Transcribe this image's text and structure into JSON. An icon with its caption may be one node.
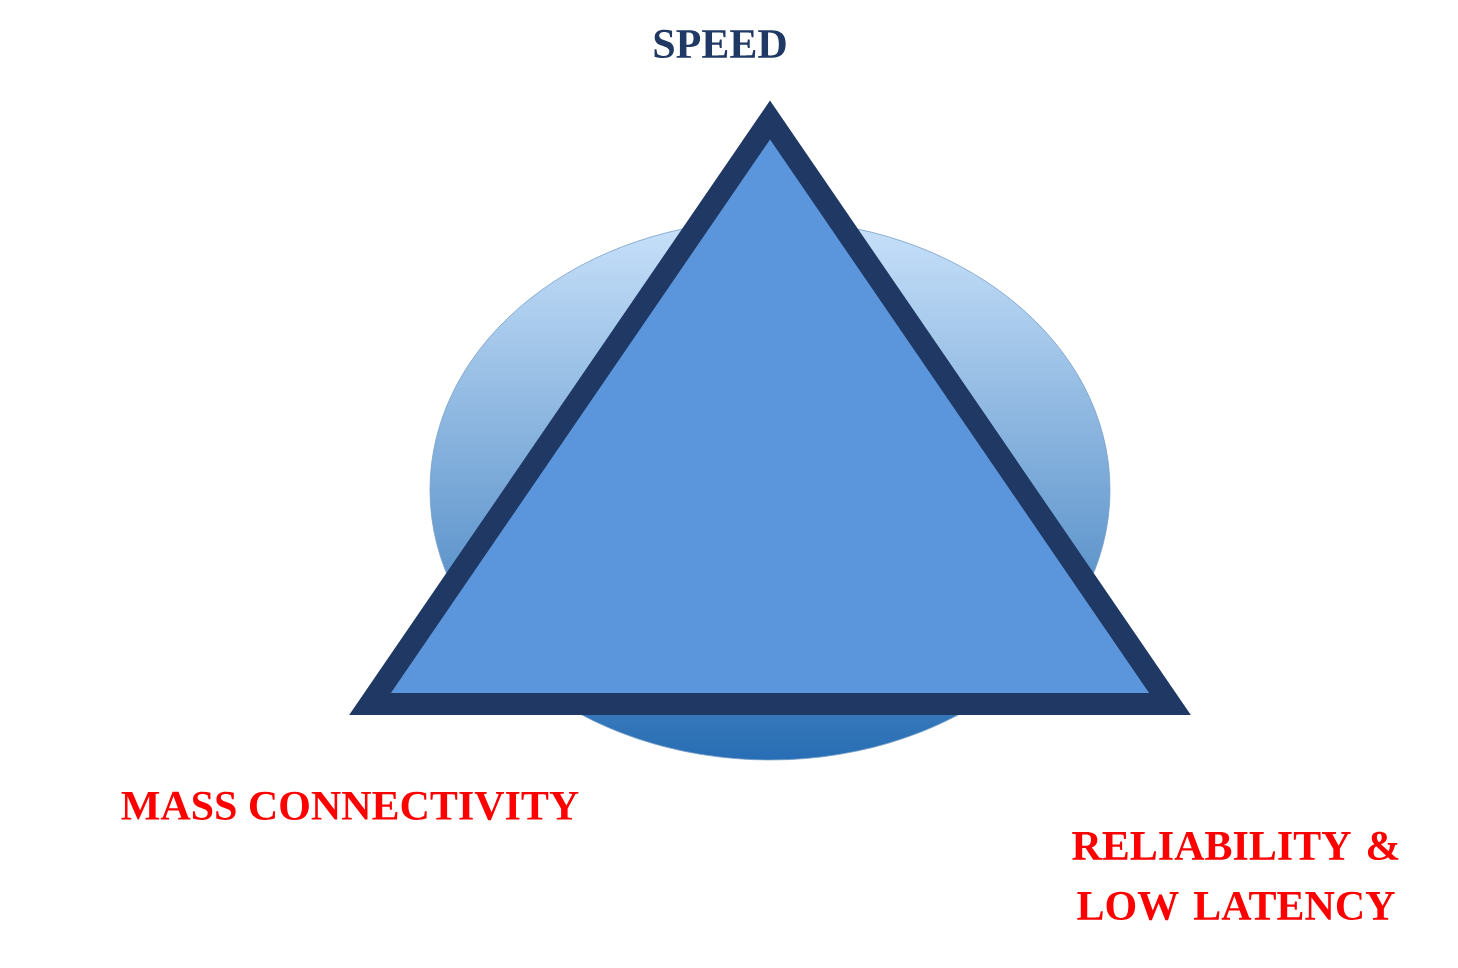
{
  "diagram": {
    "labels": [
      "SPEED",
      "MASS CONNECTIVITY",
      "RELIABILITY & LOW LATENCY"
    ]
  }
}
